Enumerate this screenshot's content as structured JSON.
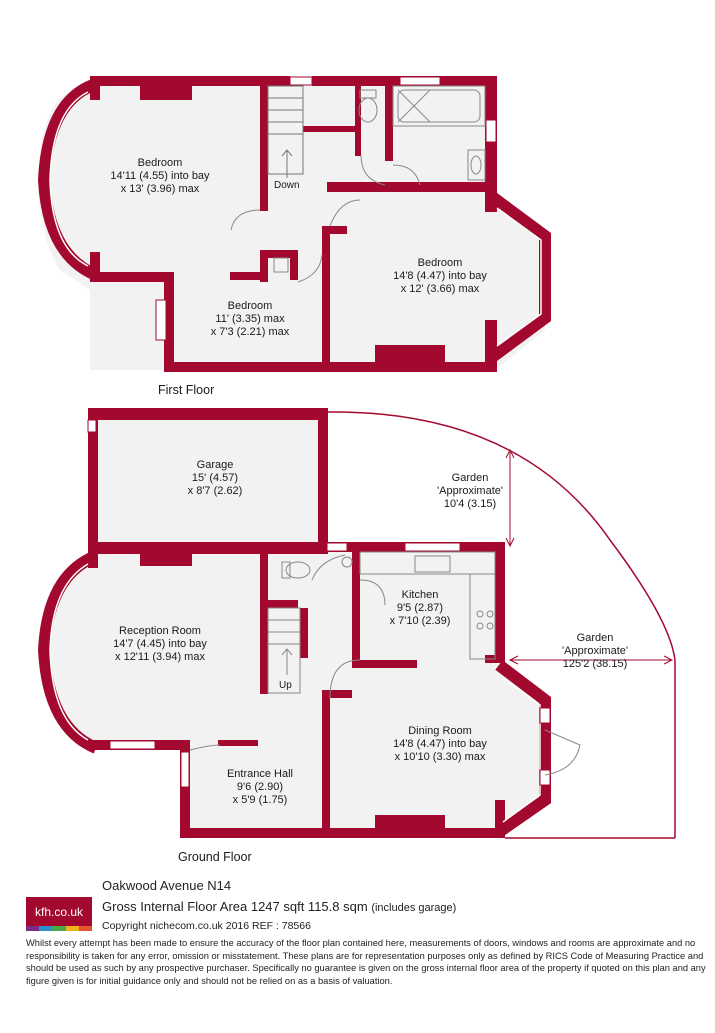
{
  "floors": {
    "first": "First Floor",
    "ground": "Ground Floor"
  },
  "rooms": {
    "bedroom1": {
      "name": "Bedroom",
      "dim1": "14'11 (4.55) into bay",
      "dim2": "x 13' (3.96) max"
    },
    "bedroom2": {
      "name": "Bedroom",
      "dim1": "14'8 (4.47) into bay",
      "dim2": "x 12' (3.66) max"
    },
    "bedroom3": {
      "name": "Bedroom",
      "dim1": "11' (3.35) max",
      "dim2": "x 7'3 (2.21) max"
    },
    "garage": {
      "name": "Garage",
      "dim1": "15' (4.57)",
      "dim2": "x 8'7 (2.62)"
    },
    "garden_top": {
      "name": "Garden",
      "dim1": "'Approximate'",
      "dim2": "10'4 (3.15)"
    },
    "kitchen": {
      "name": "Kitchen",
      "dim1": "9'5 (2.87)",
      "dim2": "x 7'10 (2.39)"
    },
    "garden_side": {
      "name": "Garden",
      "dim1": "'Approximate'",
      "dim2": "125'2 (38.15)"
    },
    "reception": {
      "name": "Reception Room",
      "dim1": "14'7 (4.45) into bay",
      "dim2": "x 12'11 (3.94) max"
    },
    "dining": {
      "name": "Dining Room",
      "dim1": "14'8 (4.47) into bay",
      "dim2": "x 10'10 (3.30) max"
    },
    "hall": {
      "name": "Entrance Hall",
      "dim1": "9'6 (2.90)",
      "dim2": "x 5'9 (1.75)"
    }
  },
  "stairs": {
    "down": "Down",
    "up": "Up"
  },
  "footer": {
    "logo": "kfh.co.uk",
    "logo_colors": [
      "#7a2c86",
      "#2e8fcf",
      "#49a94d",
      "#f2b31c",
      "#e4572e"
    ],
    "address": "Oakwood Avenue N14",
    "gia": "Gross Internal Floor Area 1247 sqft 115.8 sqm",
    "gia_note": "(includes garage)",
    "copyright": "Copyright nichecom.co.uk 2016 REF : 78566",
    "disclaimer": "Whilst every attempt has been made to ensure the accuracy of the floor plan contained here, measurements of doors, windows and rooms are approximate and no responsibility is taken for any error, omission or misstatement.  These plans are for representation purposes only as defined by RICS Code of Measuring Practice and should be used as such by any prospective purchaser.  Specifically no guarantee is given on the gross internal floor area of the property if quoted on this plan and any figure given is for initial guidance only and should not be relied on as a basis of valuation."
  },
  "colors": {
    "wall": "#a3092e",
    "floor": "#f2f2f2"
  }
}
